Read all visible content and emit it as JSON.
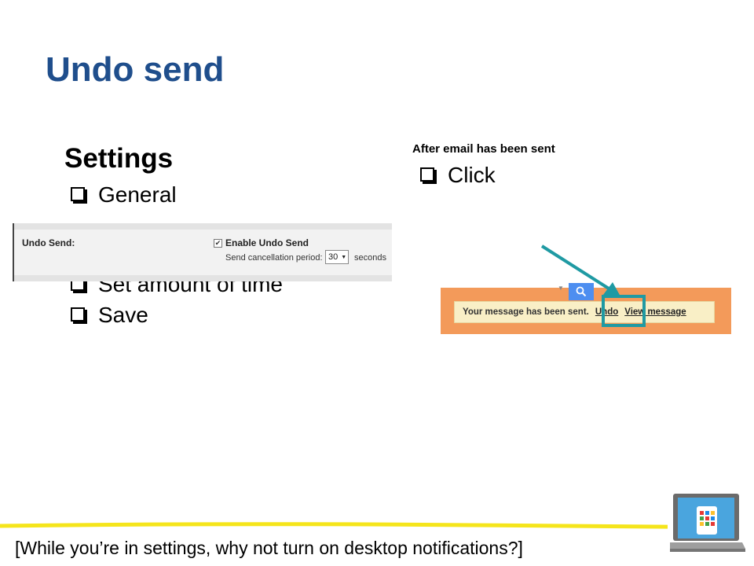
{
  "slide": {
    "title": "Undo send",
    "settings_heading": "Settings",
    "left_bullets": [
      "General",
      "Set amount of time",
      "Save"
    ],
    "after_caption": "After email has been sent",
    "right_bullets": [
      "Click"
    ],
    "footer_note": "[While you’re in settings, why not turn on desktop notifications?]"
  },
  "settings_screenshot": {
    "label": "Undo Send:",
    "checkbox_label": "Enable Undo Send",
    "checkbox_checked": true,
    "period_label": "Send cancellation period:",
    "period_value": "30",
    "period_unit": "seconds"
  },
  "sent_screenshot": {
    "message": "Your message has been sent.",
    "undo_link": "Undo",
    "view_link": "View message"
  },
  "colors": {
    "title": "#1f4e8c",
    "highlight": "#1f9aa3",
    "arrow": "#1f9aa3",
    "notification_bg": "#f9efc6",
    "toolbar_bg": "#f39a5a",
    "footer_line": "#f5e51b"
  },
  "icons": [
    "checkbox-icon",
    "search-icon",
    "arrow-pointer",
    "laptop-apps-icon"
  ]
}
